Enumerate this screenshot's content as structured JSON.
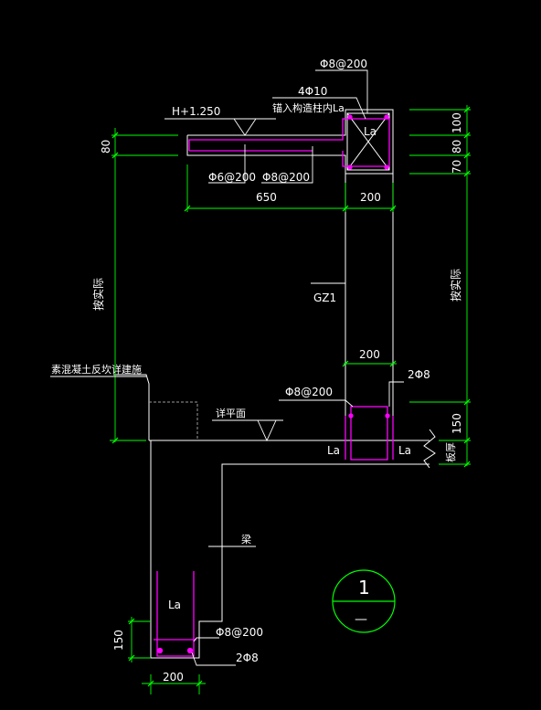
{
  "drawing": {
    "texts": {
      "top_rebar": "Φ8@200",
      "corner_bars": "4Φ10",
      "anchor_note": "锚入构造柱内La",
      "elevation": "H+1.250",
      "la_top": "La",
      "bottom_rebar_left": "Φ6@200",
      "bottom_rebar_right": "Φ8@200",
      "dim_650": "650",
      "dim_200_top": "200",
      "dim_80": "80",
      "dim_100": "100",
      "dim_80_right": "80",
      "dim_70": "70",
      "left_vertical": "按实际",
      "right_vertical": "按实际",
      "column": "GZ1",
      "dim_200_mid": "200",
      "stirrup_mid": "Φ8@200",
      "mid_bars": "2Φ8",
      "floor_level": "详平面",
      "concrete_note": "素混凝土反坎详建施",
      "la_mid_left": "La",
      "la_mid_right": "La",
      "dim_150_right": "150",
      "slab_label": "板厚",
      "beam_label": "梁",
      "la_bottom": "La",
      "dim_150_left": "150",
      "stirrup_bottom": "Φ8@200",
      "bottom_bars": "2Φ8",
      "dim_200_bottom": "200",
      "section_number": "1",
      "section_sub": "—"
    },
    "colors": {
      "background": "#000000",
      "line": "#ffffff",
      "dimension": "#00ff00",
      "rebar": "#ff00ff",
      "bubble": "#00ff00"
    }
  }
}
